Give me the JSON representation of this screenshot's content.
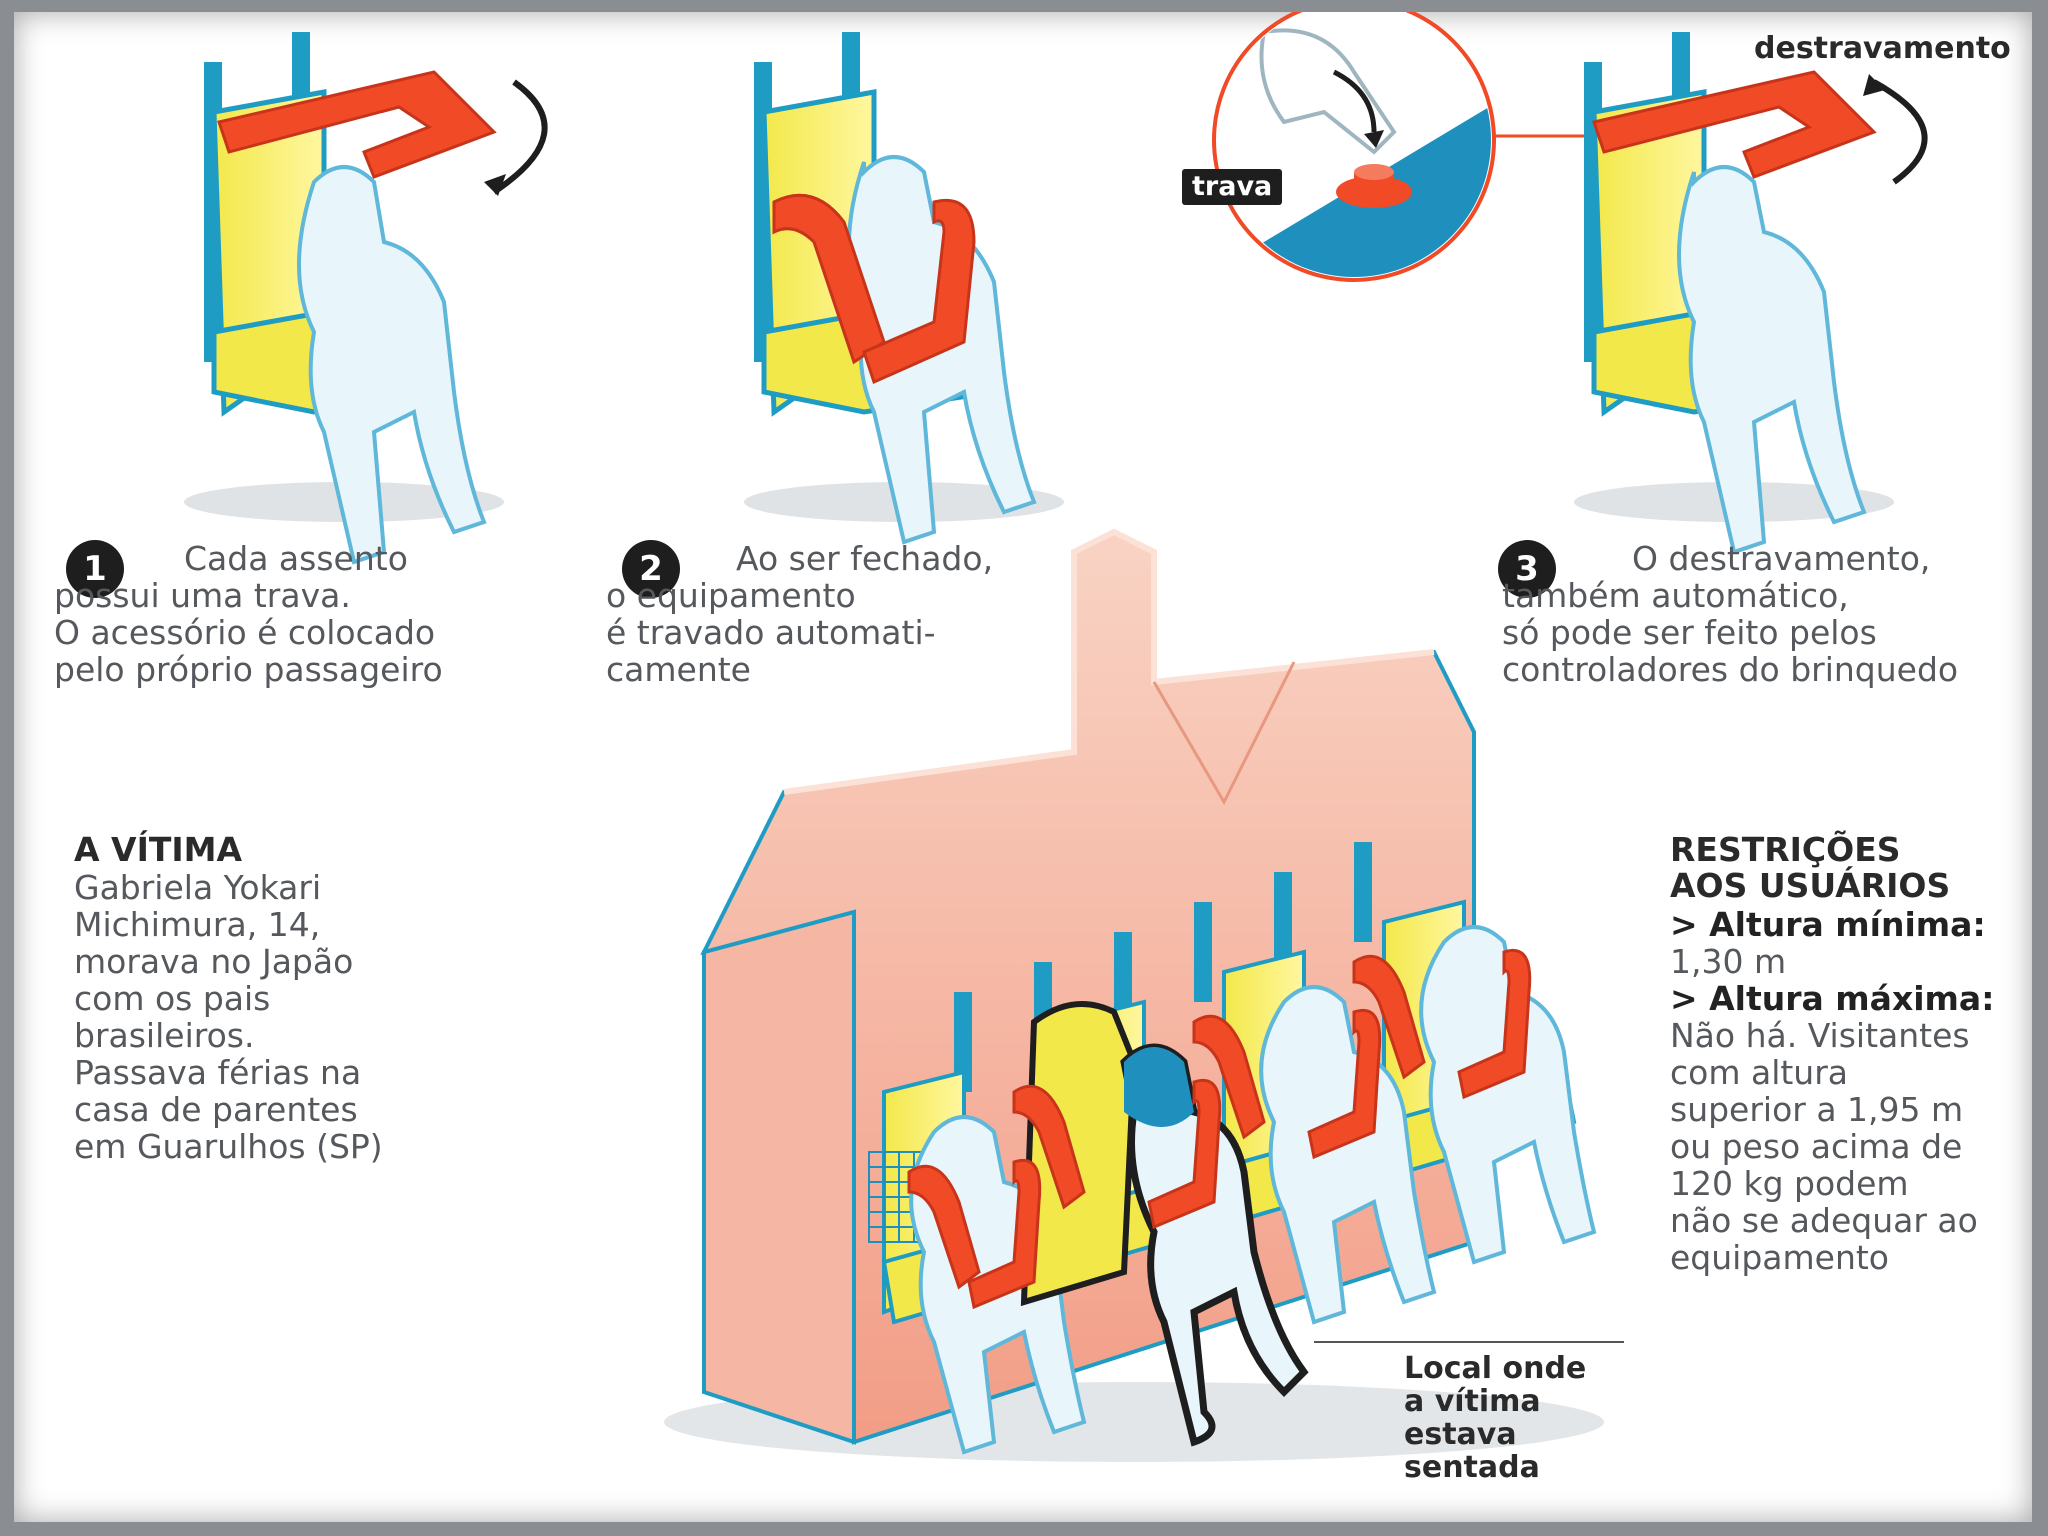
{
  "steps": [
    {
      "number": "1",
      "text": "Cada assento\npossui uma trava.\nO acessório é colocado\npelo próprio passageiro"
    },
    {
      "number": "2",
      "text": "Ao ser fechado,\no equipamento\né travado automati-\ncamente"
    },
    {
      "number": "3",
      "text": "O destravamento,\ntambém automático,\nsó pode ser feito pelos\ncontroladores do brinquedo"
    }
  ],
  "labels": {
    "destravamento": "destravamento",
    "trava": "trava"
  },
  "victim": {
    "heading": "A VÍTIMA",
    "text": "Gabriela Yokari\nMichimura, 14,\nmorava no Japão\ncom os pais\nbrasileiros.\nPassava férias na\ncasa de parentes\nem Guarulhos (SP)"
  },
  "restrictions": {
    "heading": "RESTRIÇÕES\nAOS USUÁRIOS",
    "min_label": "> Altura mínima:",
    "min_value": "1,30 m",
    "max_label": "> Altura máxima:",
    "max_value": "Não há. Visitantes\ncom altura\nsuperior a 1,95 m\nou peso acima de\n120 kg podem\nnão se adequar ao\nequipamento"
  },
  "callout": "Local onde\na vítima\nestava\nsentada",
  "colors": {
    "harness": "#f04a26",
    "seat": "#f3e84a",
    "teal": "#1f9cc4",
    "tower": "#f7c2b0",
    "figure": "#e8f5fb",
    "victim": "#1f8fbd"
  }
}
